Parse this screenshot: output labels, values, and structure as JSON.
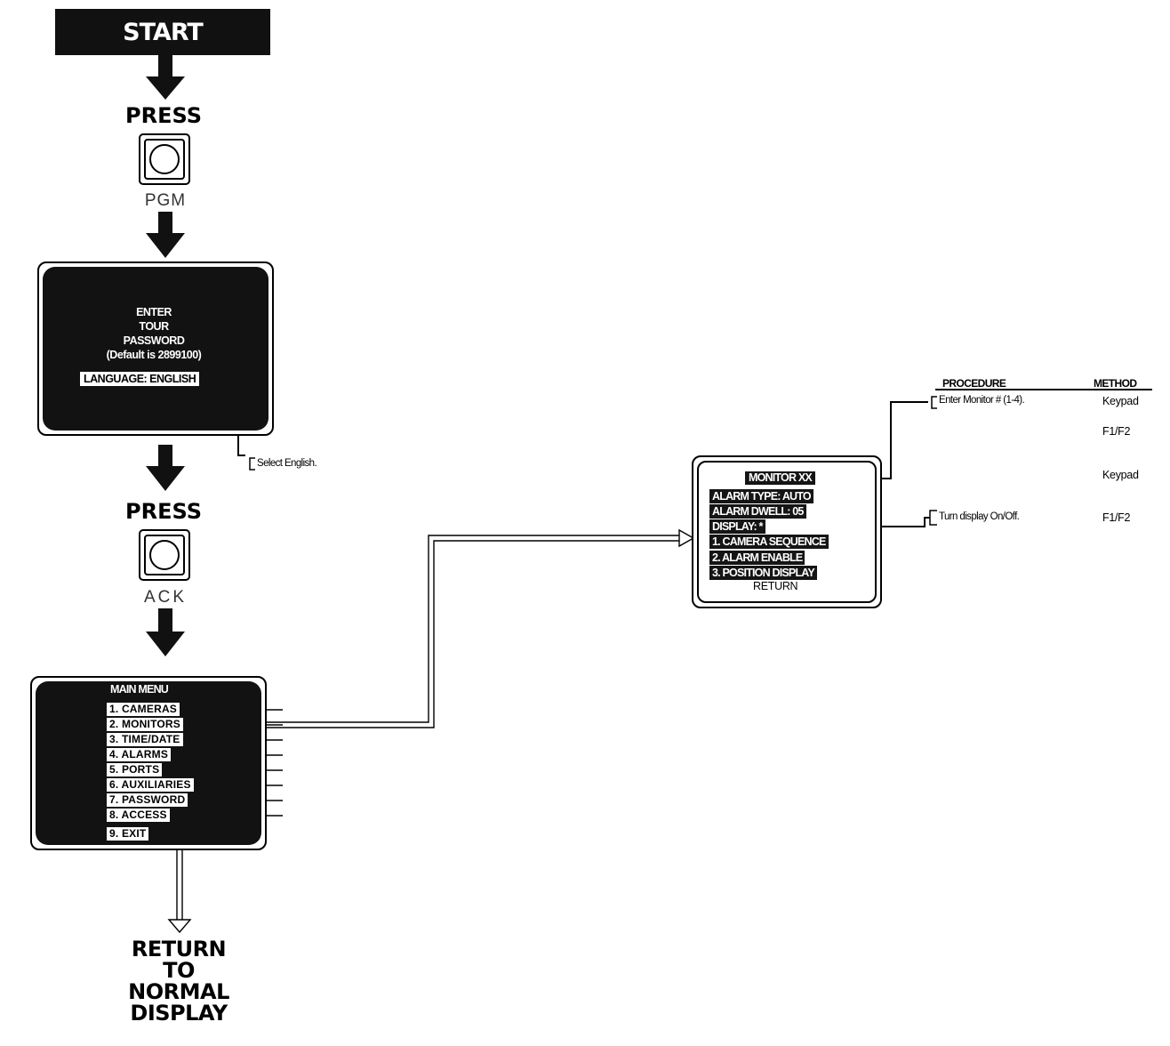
{
  "start": {
    "label": "START"
  },
  "step1": {
    "press_label": "PRESS",
    "key_label": "PGM"
  },
  "password_screen": {
    "lines": [
      "ENTER",
      "TOUR",
      "PASSWORD",
      "(Default is 2899100)"
    ],
    "language": "LANGUAGE: ENGLISH",
    "note": "Select English."
  },
  "step2": {
    "press_label": "PRESS",
    "key_label": "ACK"
  },
  "main_menu": {
    "title": "MAIN MENU",
    "items": [
      "1. CAMERAS",
      "2. MONITORS",
      "3. TIME/DATE",
      "4. ALARMS",
      "5. PORTS",
      "6. AUXILIARIES",
      "7. PASSWORD",
      "8. ACCESS",
      "9. EXIT"
    ]
  },
  "return_text": [
    "RETURN",
    "TO",
    "NORMAL",
    "DISPLAY"
  ],
  "monitor_screen": {
    "title": "MONITOR XX",
    "lines": [
      "ALARM TYPE: AUTO",
      "ALARM DWELL: 05",
      "DISPLAY: *",
      "1. CAMERA SEQUENCE",
      "2. ALARM ENABLE",
      "3. POSITION DISPLAY"
    ],
    "return_label": "RETURN"
  },
  "procedure_table": {
    "header_procedure": "PROCEDURE",
    "header_method": "METHOD",
    "procedures": [
      "Enter Monitor # (1-4).",
      "Turn display On/Off."
    ],
    "methods": [
      "Keypad",
      "F1/F2",
      "Keypad",
      "F1/F2"
    ]
  }
}
